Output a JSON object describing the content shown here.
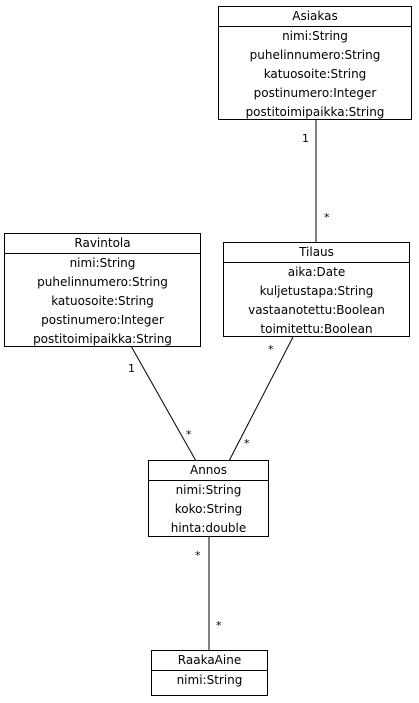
{
  "classes": {
    "asiakas": {
      "name": "Asiakas",
      "attributes": [
        "nimi:String",
        "puhelinnumero:String",
        "katuosoite:String",
        "postinumero:Integer",
        "postitoimipaikka:String"
      ]
    },
    "ravintola": {
      "name": "Ravintola",
      "attributes": [
        "nimi:String",
        "puhelinnumero:String",
        "katuosoite:String",
        "postinumero:Integer",
        "postitoimipaikka:String"
      ]
    },
    "tilaus": {
      "name": "Tilaus",
      "attributes": [
        "aika:Date",
        "kuljetustapa:String",
        "vastaanotettu:Boolean",
        "toimitettu:Boolean"
      ]
    },
    "annos": {
      "name": "Annos",
      "attributes": [
        "nimi:String",
        "koko:String",
        "hinta:double"
      ]
    },
    "raakaaine": {
      "name": "RaakaAine",
      "attributes": [
        "nimi:String"
      ]
    }
  },
  "associations": {
    "asiakas_tilaus": {
      "asiakas_end": "1",
      "tilaus_end": "*"
    },
    "ravintola_annos": {
      "ravintola_end": "1",
      "annos_end": "*"
    },
    "tilaus_annos": {
      "tilaus_end": "*",
      "annos_end": "*"
    },
    "annos_raakaaine": {
      "annos_end": "*",
      "raakaaine_end": "*"
    }
  }
}
